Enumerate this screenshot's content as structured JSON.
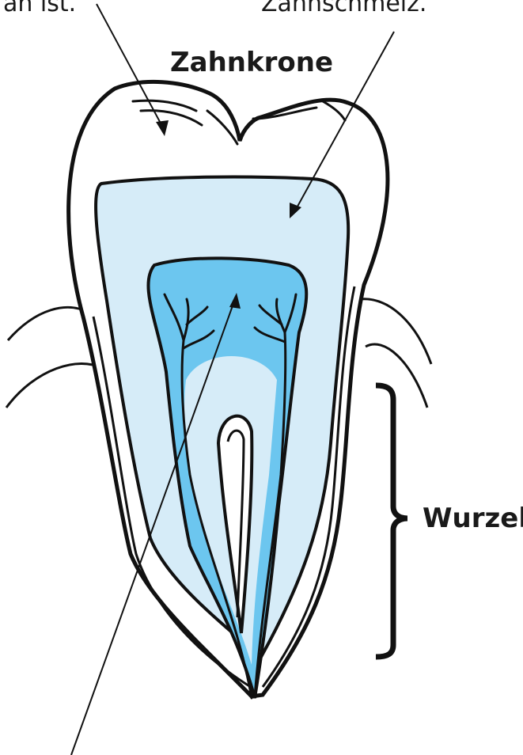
{
  "labels": {
    "top_left_fragment": "an ist.",
    "top_right_fragment": "Zahnschmelz.",
    "crown": "Zahnkrone",
    "root": "Wurzel"
  },
  "colors": {
    "outline": "#111111",
    "dentin": "#d6ecf8",
    "pulp": "#6cc6ef",
    "background": "#ffffff"
  }
}
